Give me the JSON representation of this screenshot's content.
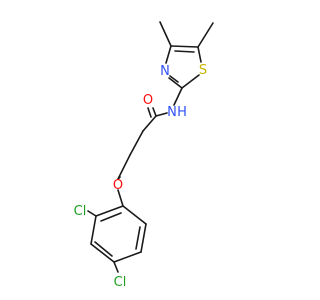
{
  "molecule": {
    "atoms": {
      "oxygen_carbonyl": "O",
      "nitrogen_amide": "N",
      "hydrogen_amide": "H",
      "nitrogen_thiazole": "N",
      "sulfur_thiazole": "S",
      "oxygen_ether": "O",
      "chlorine_ortho": "Cl",
      "chlorine_para": "Cl"
    },
    "colors": {
      "bond": "#1a1a1a",
      "oxygen": "#ff0d0d",
      "nitrogen": "#3050f8",
      "sulfur": "#c8b400",
      "chlorine": "#1fa01f"
    }
  }
}
